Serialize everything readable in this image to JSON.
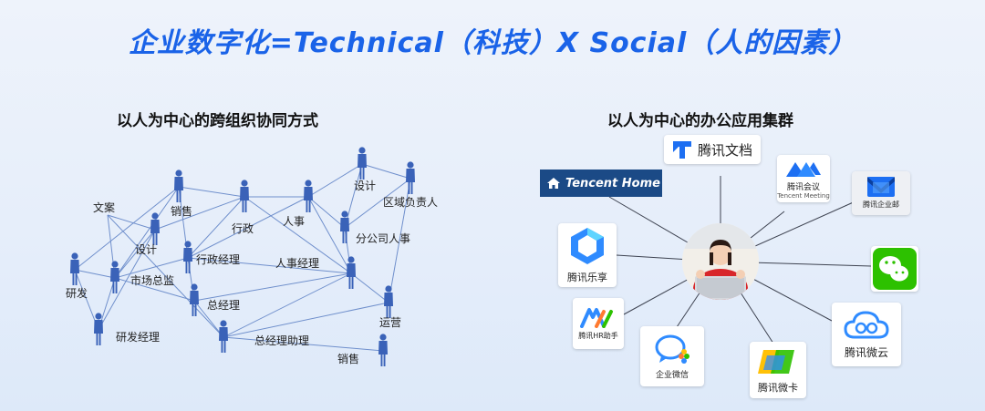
{
  "title": "企业数字化=Technical（科技）X Social（人的因素）",
  "left_panel": {
    "subtitle": "以人为中心的跨组织协同方式",
    "roles": [
      "文案",
      "销售",
      "设计",
      "行政",
      "人事",
      "设计",
      "区域负责人",
      "分公司人事",
      "行政经理",
      "人事经理",
      "研发",
      "市场总监",
      "总经理",
      "运营",
      "研发经理",
      "总经理助理",
      "销售"
    ]
  },
  "right_panel": {
    "subtitle": "以人为中心的办公应用集群",
    "apps": {
      "tencent_docs": "腾讯文档",
      "tencent_home": "Tencent Home",
      "tencent_meeting": "腾讯会议",
      "tencent_meeting_en": "Tencent Meeting",
      "tencent_exmail": "腾讯企业邮",
      "wechat_icon": "wechat-icon",
      "lexiang": "腾讯乐享",
      "hr_assistant": "腾讯HR助手",
      "wecom": "企业微信",
      "weika": "腾讯微卡",
      "weiyun": "腾讯微云"
    }
  },
  "colors": {
    "title": "#1a63e8",
    "person": "#3a62b8",
    "line": "#5b7fc4"
  }
}
